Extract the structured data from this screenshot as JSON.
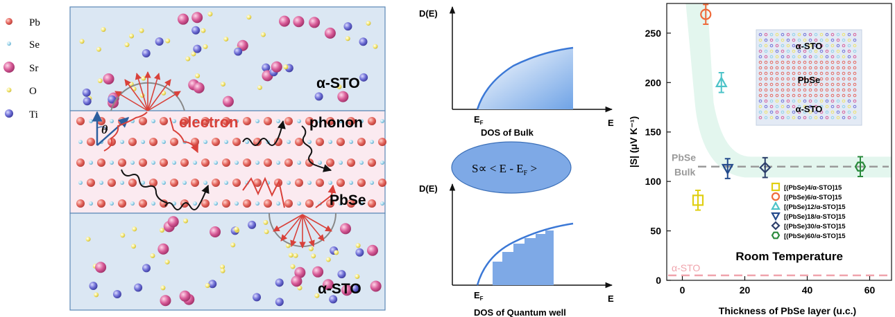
{
  "legend": {
    "items": [
      {
        "label": "Pb",
        "color": "#e5675f"
      },
      {
        "label": "Se",
        "color": "#8fd0e8"
      },
      {
        "label": "Sr",
        "color": "#d85c98"
      },
      {
        "label": "O",
        "color": "#eee36a"
      },
      {
        "label": "Ti",
        "color": "#6f6fd6"
      }
    ]
  },
  "diagram": {
    "top_layer_label": "α-STO",
    "bottom_layer_label": "α-STO",
    "theta": "θ",
    "electron": "electron",
    "phonon": "phonon",
    "middle_label": "PbSe",
    "colors": {
      "layer_fill": "#dbe7f3",
      "middle_fill": "#fbeaf0",
      "border": "#5a87b5",
      "electron": "#d9413a",
      "phonon": "#111111",
      "arrow_blue": "#2c5f9e"
    }
  },
  "dos": {
    "ylabel_top": "D(E)",
    "ylabel_bottom": "D(E)",
    "e_label_top": "E",
    "e_label_bottom": "E",
    "ef_top": "E",
    "ef_sub": "F",
    "caption_top": "DOS of Bulk",
    "caption_bottom": "DOS of Quantum well",
    "formula": "S∝ < E - E",
    "formula_sub": "F",
    "formula_end": " >"
  },
  "chart_data": {
    "type": "scatter",
    "title": "Room Temperature",
    "xlabel": "Thickness of PbSe layer (u.c.)",
    "ylabel": "|S| (μV K⁻¹)",
    "xlim": [
      -5,
      67
    ],
    "ylim": [
      0,
      280
    ],
    "xticks": [
      0,
      20,
      40,
      60
    ],
    "yticks": [
      0,
      50,
      100,
      150,
      200,
      250
    ],
    "points": [
      {
        "name": "[(PbSe)4/α-STO]15",
        "x": 5,
        "y": 81,
        "err": 10,
        "color": "#e0cf12",
        "marker": "square"
      },
      {
        "name": "[(PbSe)6/α-STO]15",
        "x": 7.5,
        "y": 269,
        "err": 10,
        "color": "#ef6a3a",
        "marker": "circle"
      },
      {
        "name": "[(PbSe)12/α-STO]15",
        "x": 12.5,
        "y": 200,
        "err": 10,
        "color": "#4cc3c8",
        "marker": "triangle-up"
      },
      {
        "name": "[(PbSe)18/α-STO]15",
        "x": 14.5,
        "y": 113,
        "err": 10,
        "color": "#234a8c",
        "marker": "triangle-down"
      },
      {
        "name": "[(PbSe)30/α-STO]15",
        "x": 26.5,
        "y": 114,
        "err": 10,
        "color": "#2d3f6b",
        "marker": "diamond"
      },
      {
        "name": "[(PbSe)60/α-STO]15",
        "x": 57,
        "y": 115,
        "err": 10,
        "color": "#2a8a3c",
        "marker": "hexagon"
      }
    ],
    "reference_lines": [
      {
        "label_1": "PbSe",
        "label_2": "Bulk",
        "y": 115,
        "color": "#9a9a9a"
      },
      {
        "label": "α-STO",
        "y": 5,
        "color": "#f0a4ac"
      }
    ],
    "inset": {
      "top": "α-STO",
      "middle": "PbSe",
      "bottom": "α-STO"
    },
    "band_color": "#e3f6ee"
  }
}
